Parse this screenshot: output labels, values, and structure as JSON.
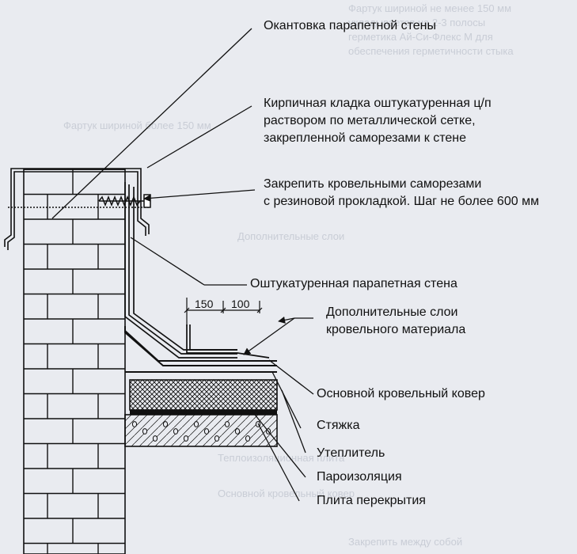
{
  "labels": {
    "edge_trim": "Окантовка парапетной стены",
    "brickwork_line1": "Кирпичная кладка оштукатуренная ц/п",
    "brickwork_line2": "раствором по металлической сетке,",
    "brickwork_line3": "закрепленной саморезами к стене",
    "fix_line1": "Закрепить кровельными саморезами",
    "fix_line2": "с резиновой прокладкой. Шаг не более 600 мм",
    "plastered_wall": "Оштукатуренная парапетная стена",
    "extra_layers_line1": "Дополнительные слои",
    "extra_layers_line2": "кровельного материала",
    "main_carpet": "Основной кровельный ковер",
    "screed": "Стяжка",
    "insulation": "Утеплитель",
    "vapor_barrier": "Пароизоляция",
    "slab": "Плита перекрытия"
  },
  "dimensions": {
    "d150": "150",
    "d100": "100"
  },
  "colors": {
    "background": "#e9ebf0",
    "line": "#111111",
    "ghost_text": "#c9cdd6"
  }
}
